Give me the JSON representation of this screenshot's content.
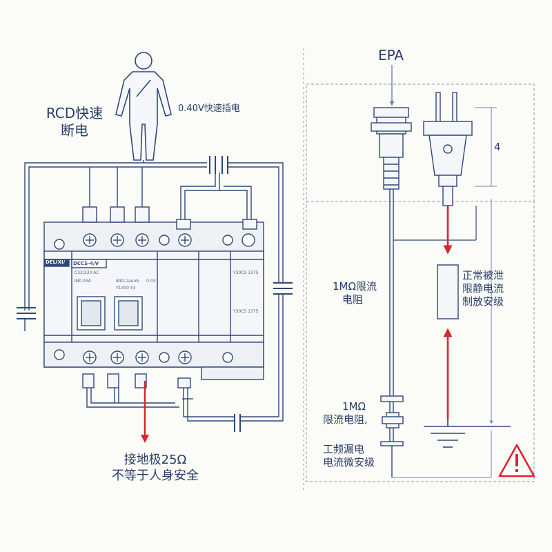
{
  "left": {
    "rcd_label_line1": "RCD快速",
    "rcd_label_line2": "断电",
    "voltage_label": "0.40V快速插电",
    "ground_label_line1": "接地极25Ω",
    "ground_label_line2": "不等于人身安全",
    "breaker_brand": "DELIXI/",
    "breaker_model": "DCCS-4/V",
    "breaker_small_a": "C32/230 AC",
    "breaker_small_b": "IN0.03A",
    "breaker_small_c": "Blitz zaunb",
    "breaker_small_d": "Y1300 Y3",
    "breaker_small_e": "0.03",
    "spd_label_a": "Y30CS 1375",
    "spd_label_b": "Y30CS 1375"
  },
  "right": {
    "epa_label": "EPA",
    "dimension_label": "4",
    "resistor1_line1": "1MΩ限流",
    "resistor1_line2": "电阻",
    "static_line1": "正常被泄",
    "static_line2": "限静电流",
    "static_line3": "制放安级",
    "resistor2_line1": "1MΩ",
    "resistor2_line2": "限流电阻,",
    "leak_line1": "工频漏电",
    "leak_line2": "电流微安级"
  },
  "colors": {
    "line": "#2f4778",
    "light_line": "#6f82ad",
    "arrow": "#d8262c",
    "warning": "#d8262c",
    "panel_fill": "#eef0f4"
  },
  "icons": [
    "person-icon",
    "plug-icon",
    "epa-connector-icon",
    "ground-symbol-icon",
    "warning-icon"
  ]
}
